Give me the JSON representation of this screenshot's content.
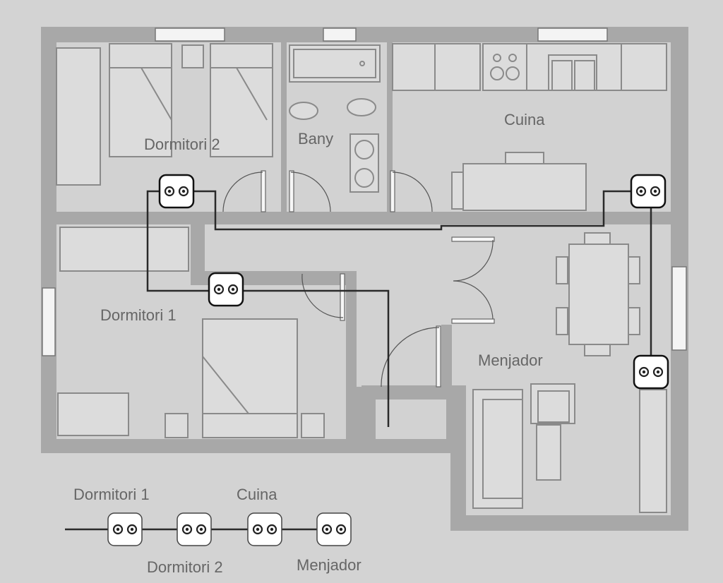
{
  "rooms": {
    "dormitori2": "Dormitori 2",
    "bany": "Bany",
    "cuina": "Cuina",
    "dormitori1": "Dormitori 1",
    "menjador": "Menjador"
  },
  "legend": {
    "items": [
      "Dormitori 1",
      "Dormitori 2",
      "Cuina",
      "Menjador"
    ]
  },
  "colors": {
    "background": "#d3d3d3",
    "wall": "#a8a8a8",
    "wire": "#2a2a2a",
    "socket": "#ffffff"
  }
}
